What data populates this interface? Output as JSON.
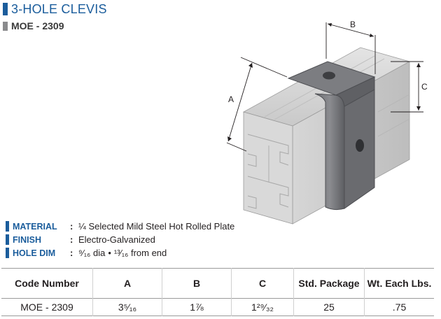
{
  "header": {
    "title": "3-HOLE CLEVIS",
    "part_number": "MOE - 2309"
  },
  "illustration": {
    "dim_a": "A",
    "dim_b": "B",
    "dim_c": "C"
  },
  "specs": [
    {
      "label": "MATERIAL",
      "value": "¼ Selected Mild Steel Hot Rolled Plate"
    },
    {
      "label": "FINISH",
      "value": "Electro-Galvanized"
    },
    {
      "label": "HOLE DIM",
      "value_part1": "⁹⁄₁₆ dia",
      "separator": "•",
      "value_part2": "¹³⁄₁₆ from end"
    }
  ],
  "table": {
    "headers": [
      "Code Number",
      "A",
      "B",
      "C",
      "Std. Package",
      "Wt. Each Lbs."
    ],
    "rows": [
      [
        "MOE - 2309",
        "3⁵⁄₁₆",
        "1⅞",
        "1²⁹⁄₃₂",
        "25",
        ".75"
      ]
    ]
  },
  "colors": {
    "brand_blue": "#1b5d9c",
    "accent_gray": "#8a8b8d"
  }
}
